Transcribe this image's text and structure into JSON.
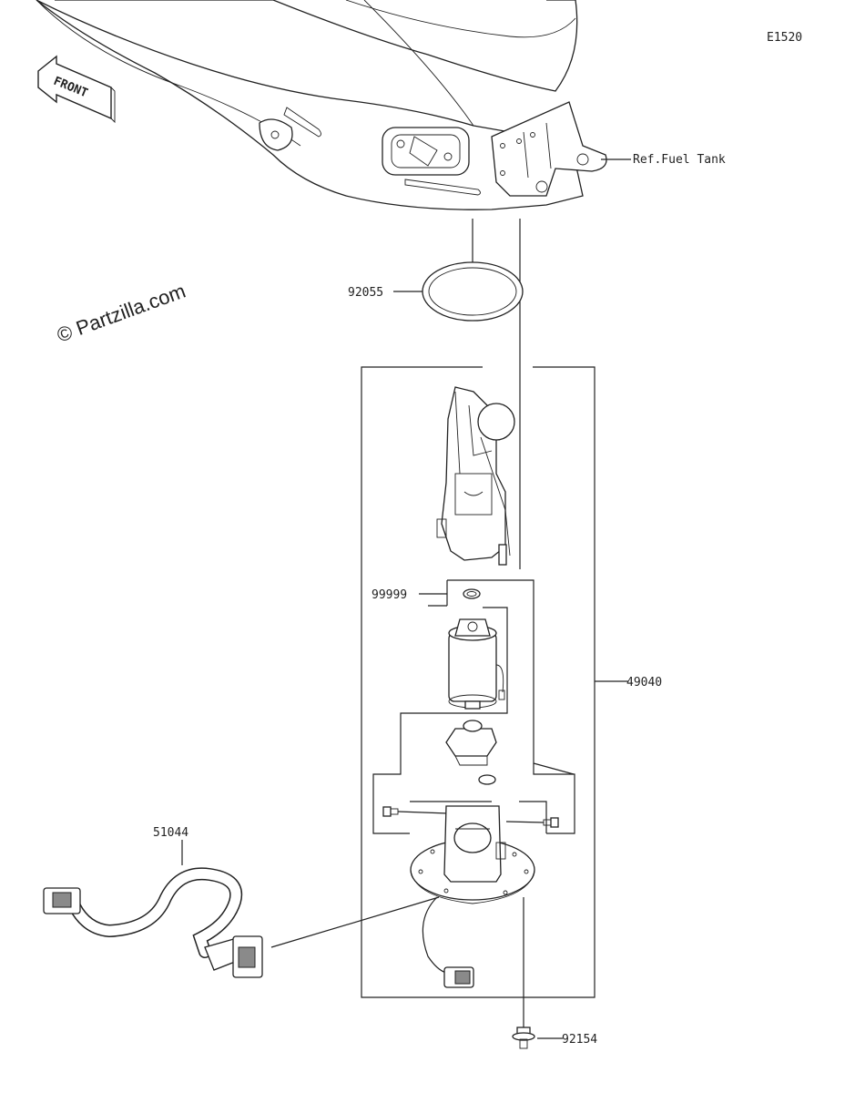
{
  "diagram_code": "E1520",
  "watermark": "© Partzilla.com",
  "front_arrow_label": "FRONT",
  "ref_label": "Ref.Fuel Tank",
  "part_labels": {
    "oring": "92055",
    "kit": "99999",
    "pump_assembly": "49040",
    "harness": "51044",
    "bolt": "92154"
  }
}
